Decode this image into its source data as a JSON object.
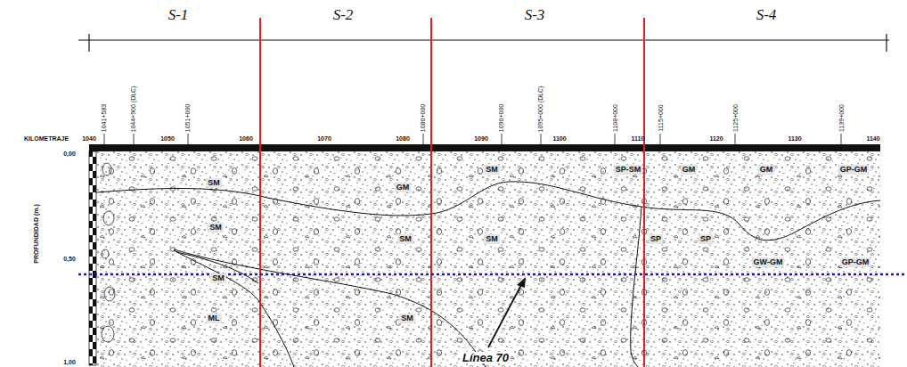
{
  "diagram": {
    "labels": [
      "S-1",
      "S-2",
      "S-3",
      "S-4",
      "1041+583",
      "1044+900 (DLC)",
      "1051+000",
      "1080+000",
      "1090+000",
      "1095+000 (DLC)",
      "1108+000",
      "1115+000",
      "1125+000",
      "1139+000",
      "KILOMETRAJE",
      "1040",
      "1050",
      "1060",
      "1070",
      "1080",
      "1090",
      "1100",
      "1110",
      "1120",
      "1130",
      "1140",
      "PROFUNDIDAD (m.)",
      "0,00",
      "0,50",
      "1,00",
      "SM",
      "GM",
      "SM",
      "SP-SM",
      "GM",
      "GM",
      "GP-GM",
      "SM",
      "SM",
      "SM",
      "SP",
      "SP",
      "GW-GM",
      "GP-GM",
      "SM",
      "ML",
      "SM",
      "Línea 70"
    ]
  }
}
